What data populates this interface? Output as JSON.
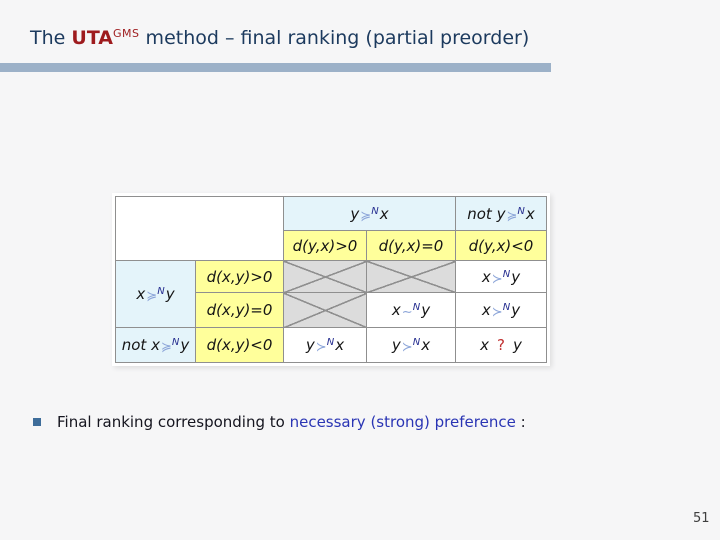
{
  "slide": {
    "page_number": "51",
    "background_color": "#f6f6f7"
  },
  "title": {
    "prefix": "The ",
    "brand": "UTA",
    "brand_superscript": "GMS",
    "rest": " method – final ranking (partial preorder)",
    "title_color": "#1c3a5e",
    "brand_color": "#9e1b1e",
    "rule_color": "#9cb1c8"
  },
  "bullet": {
    "lead": "Final ranking corresponding to ",
    "highlight": "necessary (strong) preference",
    "tail": " :",
    "highlight_color": "#2a35b4",
    "marker_color": "#3e6d9a"
  },
  "table": {
    "colors": {
      "header_bg": "#e4f4fa",
      "condition_bg": "#ffff9b",
      "crossed_bg": "#dcdcdc",
      "border": "#8f8f8f",
      "relation_symbol": "#8ba4d8",
      "superscript_n": "#272f90",
      "incomparability": "#c03030"
    },
    "col_group_header": {
      "not": "",
      "a": "y",
      "rel": "≽",
      "sup": "N",
      "b": "x"
    },
    "col_not_header": {
      "not": "not ",
      "a": "y",
      "rel": "≽",
      "sup": "N",
      "b": "x"
    },
    "col_conditions": [
      "d(y,x)>0",
      "d(y,x)=0",
      "d(y,x)<0"
    ],
    "row_group_header": {
      "not": "",
      "a": "x",
      "rel": "≽",
      "sup": "N",
      "b": "y"
    },
    "row_not_header": {
      "not": "not ",
      "a": "x",
      "rel": "≽",
      "sup": "N",
      "b": "y"
    },
    "row_conditions": [
      "d(x,y)>0",
      "d(x,y)=0",
      "d(x,y)<0"
    ],
    "results": {
      "r1c3": {
        "a": "x",
        "rel": "≻",
        "sup": "N",
        "b": "y"
      },
      "r2c2": {
        "a": "x",
        "rel": "∼",
        "sup": "N",
        "b": "y"
      },
      "r2c3": {
        "a": "x",
        "rel": "≻",
        "sup": "N",
        "b": "y"
      },
      "r3c1": {
        "a": "y",
        "rel": "≻",
        "sup": "N",
        "b": "x"
      },
      "r3c2": {
        "a": "y",
        "rel": "≻",
        "sup": "N",
        "b": "x"
      },
      "r3c3": {
        "a": "x",
        "rel": "?",
        "sup": "",
        "b": "y"
      }
    }
  }
}
